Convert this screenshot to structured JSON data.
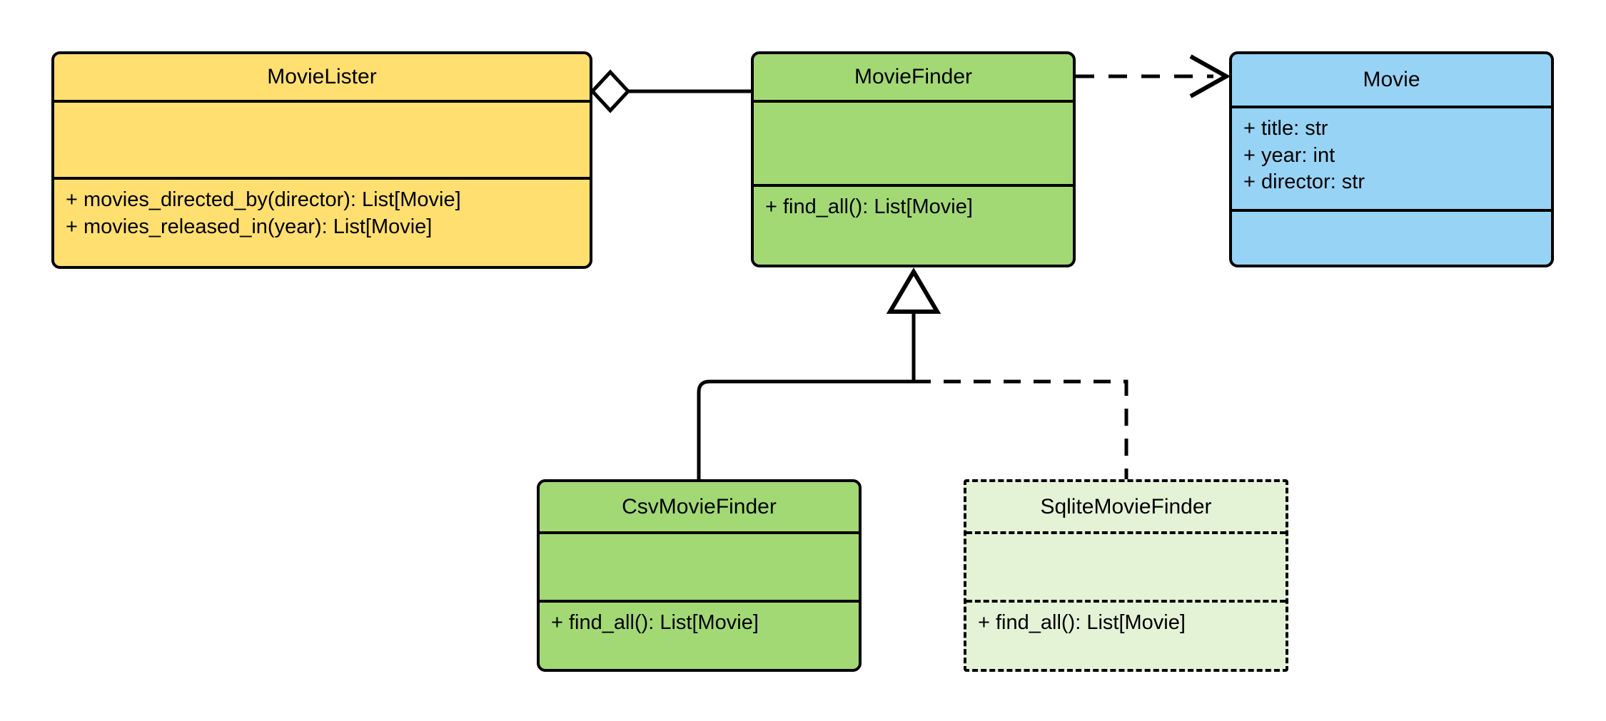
{
  "diagram": {
    "kind": "uml-class-diagram",
    "title": "MovieLister dependency-injection class diagram",
    "background": "#ffffff",
    "line_color": "#000000"
  },
  "palette": {
    "yellow": "#FFDF70",
    "green": "#A2D975",
    "blue": "#97D3F5",
    "light_green": "#E4F2D6",
    "stroke": "#000000"
  },
  "classes": [
    {
      "id": "movie-lister",
      "name": "MovieLister",
      "fill": "#FFDF70",
      "border_style": "solid",
      "attributes": [],
      "methods": [
        "+ movies_directed_by(director): List[Movie]",
        "+ movies_released_in(year): List[Movie]"
      ]
    },
    {
      "id": "movie-finder",
      "name": "MovieFinder",
      "fill": "#A2D975",
      "border_style": "solid",
      "attributes": [],
      "methods": [
        "+ find_all(): List[Movie]"
      ]
    },
    {
      "id": "movie",
      "name": "Movie",
      "fill": "#97D3F5",
      "border_style": "solid",
      "attributes": [
        "+ title: str",
        "+ year: int",
        "+ director: str"
      ],
      "methods": []
    },
    {
      "id": "csv-movie-finder",
      "name": "CsvMovieFinder",
      "fill": "#A2D975",
      "border_style": "solid",
      "attributes": [],
      "methods": [
        "+ find_all(): List[Movie]"
      ]
    },
    {
      "id": "sqlite-movie-finder",
      "name": "SqliteMovieFinder",
      "fill": "#E4F2D6",
      "border_style": "dashed",
      "attributes": [],
      "methods": [
        "+ find_all(): List[Movie]"
      ]
    }
  ],
  "relationships": [
    {
      "id": "lister-aggregates-finder",
      "type": "aggregation",
      "source": "MovieLister",
      "target": "MovieFinder",
      "line_style": "solid",
      "source_marker": "hollow-diamond",
      "target_marker": "none",
      "label": ""
    },
    {
      "id": "finder-depends-movie",
      "type": "dependency",
      "source": "MovieFinder",
      "target": "Movie",
      "line_style": "dashed",
      "source_marker": "none",
      "target_marker": "open-arrow",
      "label": ""
    },
    {
      "id": "csv-inherits-finder",
      "type": "generalization",
      "source": "CsvMovieFinder",
      "target": "MovieFinder",
      "line_style": "solid",
      "source_marker": "none",
      "target_marker": "hollow-triangle",
      "label": ""
    },
    {
      "id": "sqlite-inherits-finder",
      "type": "generalization",
      "source": "SqliteMovieFinder",
      "target": "MovieFinder",
      "line_style": "dashed",
      "source_marker": "none",
      "target_marker": "hollow-triangle",
      "label": ""
    }
  ]
}
